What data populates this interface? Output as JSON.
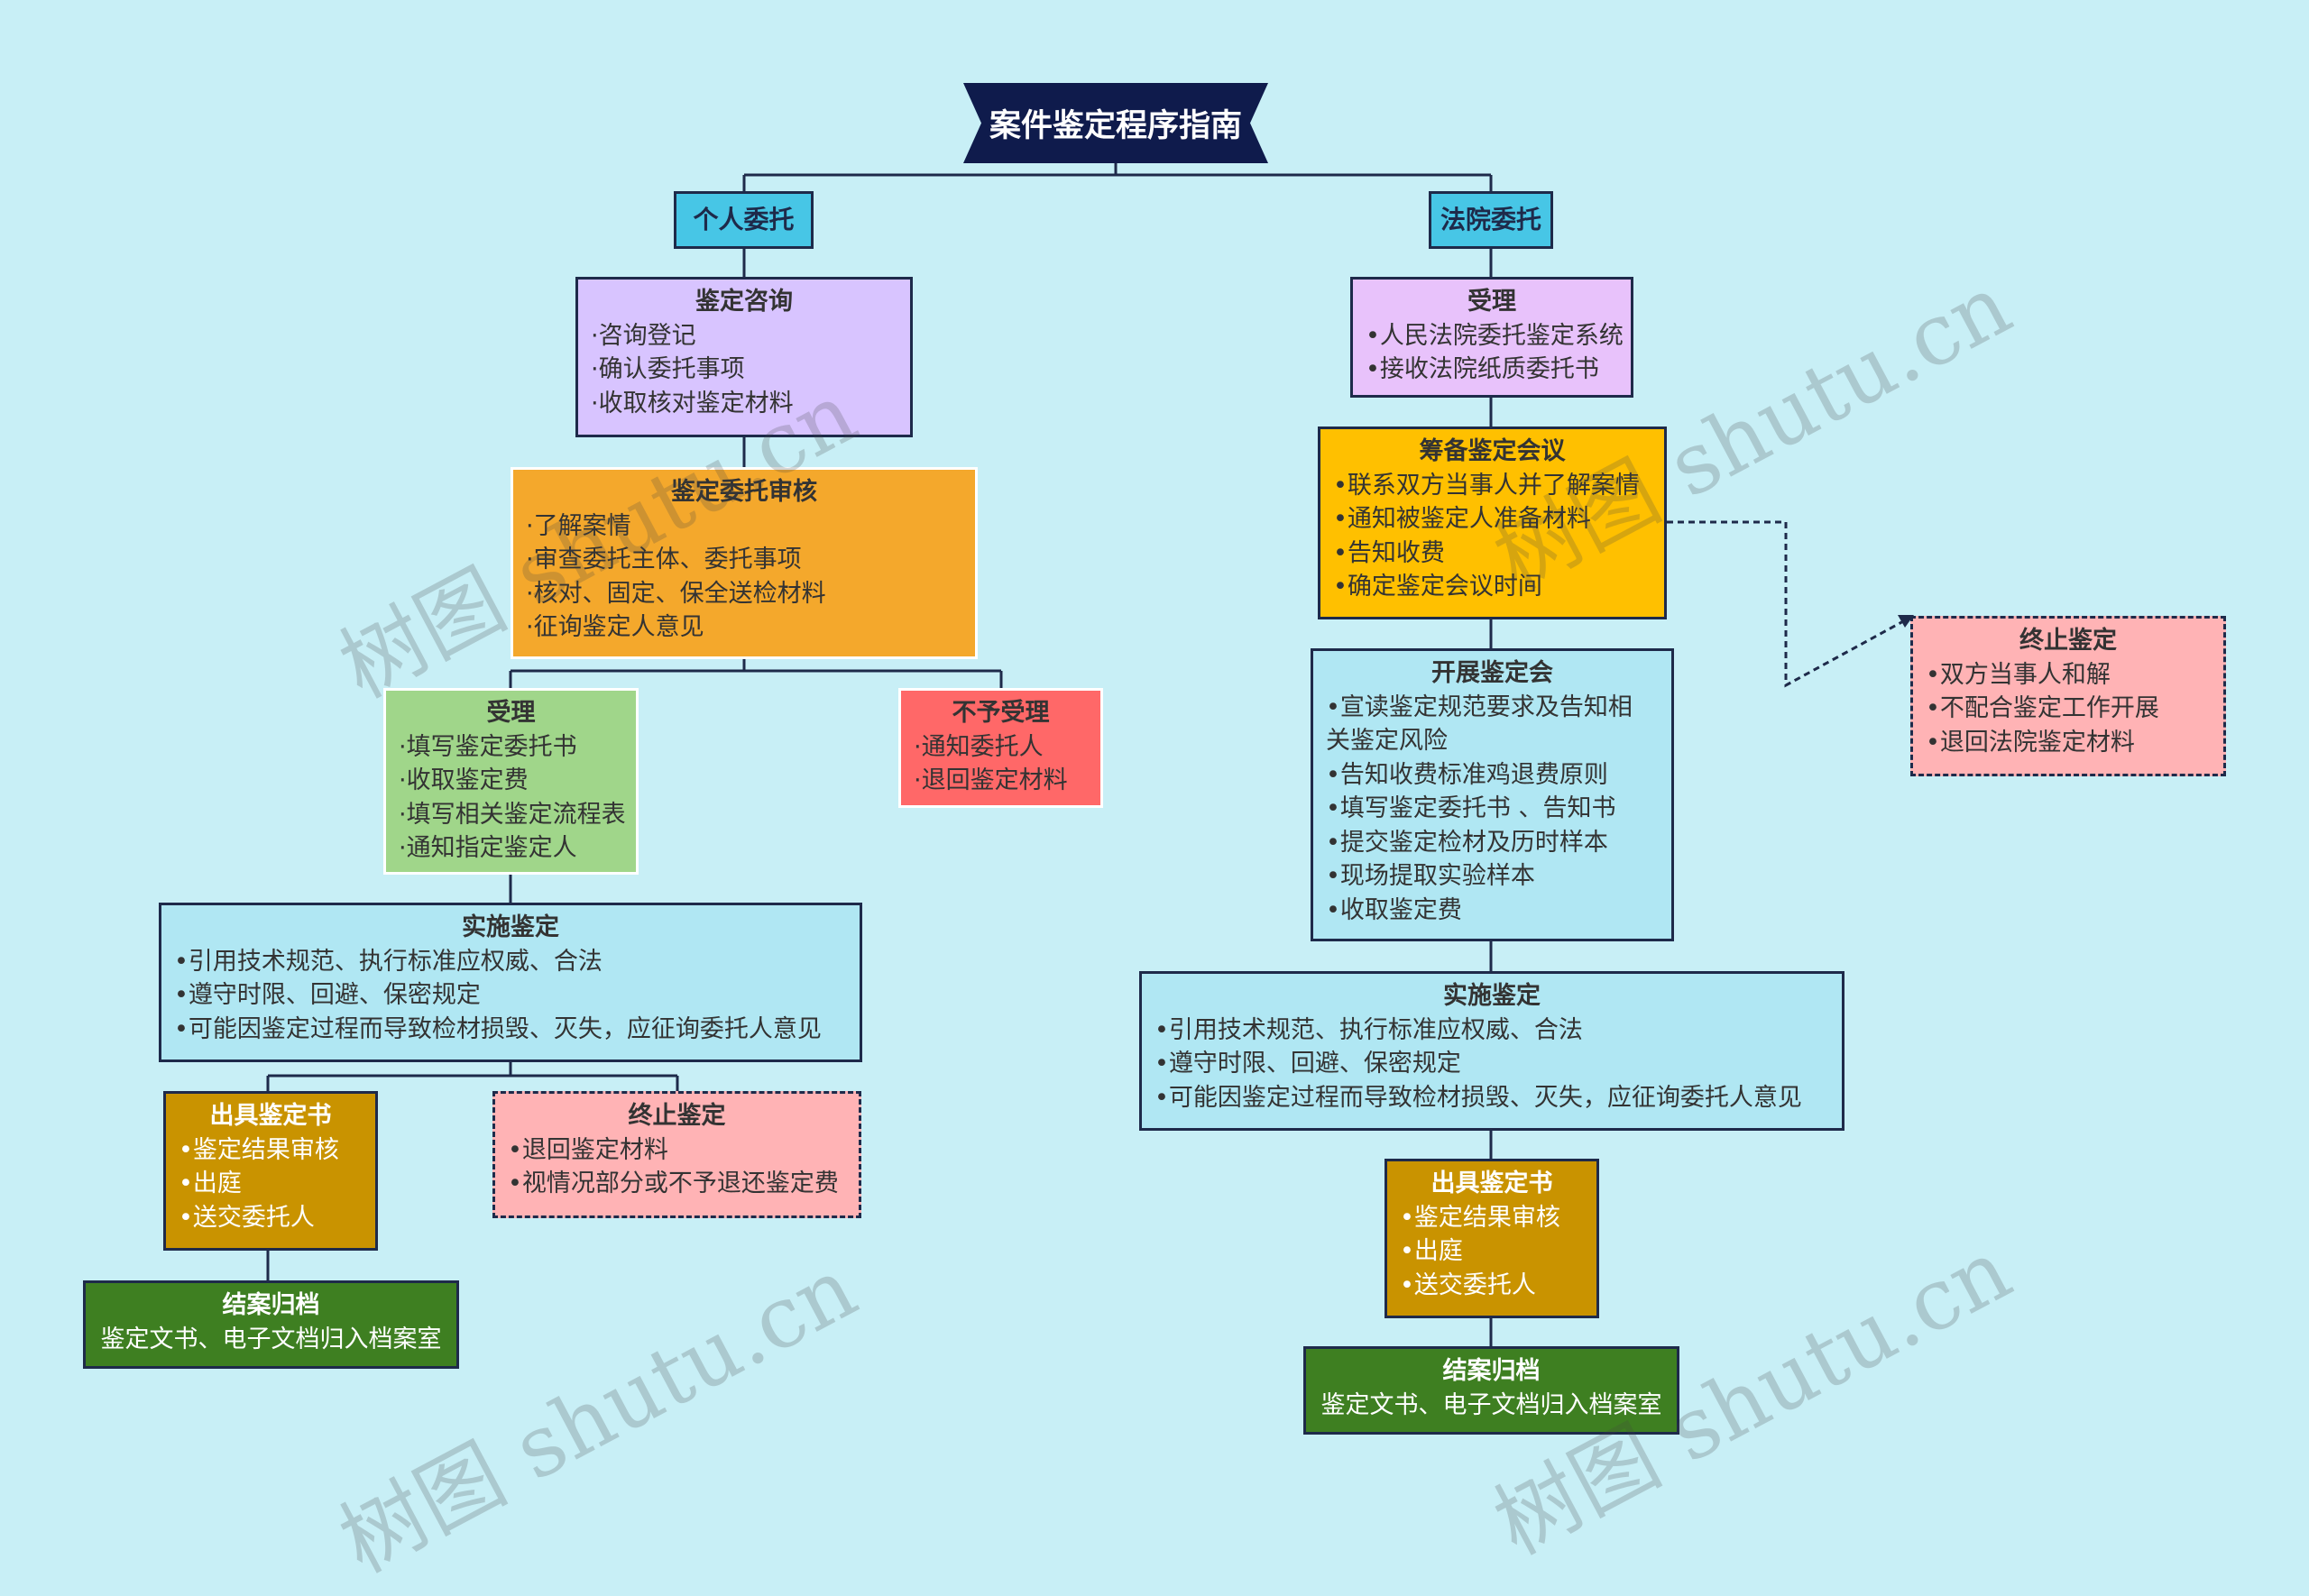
{
  "title": "案件鉴定程序指南",
  "branches": {
    "left": "个人委托",
    "right": "法院委托"
  },
  "left": {
    "consult": {
      "title": "鉴定咨询",
      "lines": [
        "·咨询登记",
        "·确认委托事项",
        "·收取核对鉴定材料"
      ]
    },
    "review": {
      "title": "鉴定委托审核",
      "lines": [
        "·了解案情",
        "·审查委托主体、委托事项",
        "·核对、固定、保全送检材料",
        "·征询鉴定人意见"
      ]
    },
    "accept": {
      "title": "受理",
      "lines": [
        "·填写鉴定委托书",
        "·收取鉴定费",
        "·填写相关鉴定流程表",
        "·通知指定鉴定人"
      ]
    },
    "reject": {
      "title": "不予受理",
      "lines": [
        "·通知委托人",
        "·退回鉴定材料"
      ]
    },
    "implement": {
      "title": "实施鉴定",
      "lines": [
        "•引用技术规范、执行标准应权威、合法",
        "•遵守时限、回避、保密规定",
        "•可能因鉴定过程而导致检材损毁、灭失，应征询委托人意见"
      ]
    },
    "report": {
      "title": "出具鉴定书",
      "lines": [
        "•鉴定结果审核",
        "•出庭",
        "•送交委托人"
      ]
    },
    "terminate": {
      "title": "终止鉴定",
      "lines": [
        "•退回鉴定材料",
        "•视情况部分或不予退还鉴定费"
      ]
    },
    "archive": {
      "title": "结案归档",
      "lines": [
        "鉴定文书、电子文档归入档案室"
      ]
    }
  },
  "right": {
    "accept": {
      "title": "受理",
      "lines": [
        "•人民法院委托鉴定系统",
        "•接收法院纸质委托书"
      ]
    },
    "prep": {
      "title": "筹备鉴定会议",
      "lines": [
        "•联系双方当事人并了解案情",
        "•通知被鉴定人准备材料",
        "•告知收费",
        "•确定鉴定会议时间"
      ]
    },
    "meeting": {
      "title": "开展鉴定会",
      "lines": [
        "•宣读鉴定规范要求及告知相",
        "关鉴定风险",
        "•告知收费标准鸡退费原则",
        "•填写鉴定委托书 、告知书",
        "•提交鉴定检材及历时样本",
        "•现场提取实验样本",
        "•收取鉴定费"
      ]
    },
    "implement": {
      "title": "实施鉴定",
      "lines": [
        "•引用技术规范、执行标准应权威、合法",
        "•遵守时限、回避、保密规定",
        "•可能因鉴定过程而导致检材损毁、灭失，应征询委托人意见"
      ]
    },
    "report": {
      "title": "出具鉴定书",
      "lines": [
        "•鉴定结果审核",
        "•出庭",
        "•送交委托人"
      ]
    },
    "archive": {
      "title": "结案归档",
      "lines": [
        "鉴定文书、电子文档归入档案室"
      ]
    },
    "terminate": {
      "title": "终止鉴定",
      "lines": [
        "•双方当事人和解",
        "•不配合鉴定工作开展",
        "•退回法院鉴定材料"
      ]
    }
  },
  "watermark": "树图 shutu.cn",
  "colors": {
    "background": "#c8eff6",
    "root": "#0f1b4c",
    "branch": "#47c6e6",
    "line": "#1e2a4a"
  }
}
